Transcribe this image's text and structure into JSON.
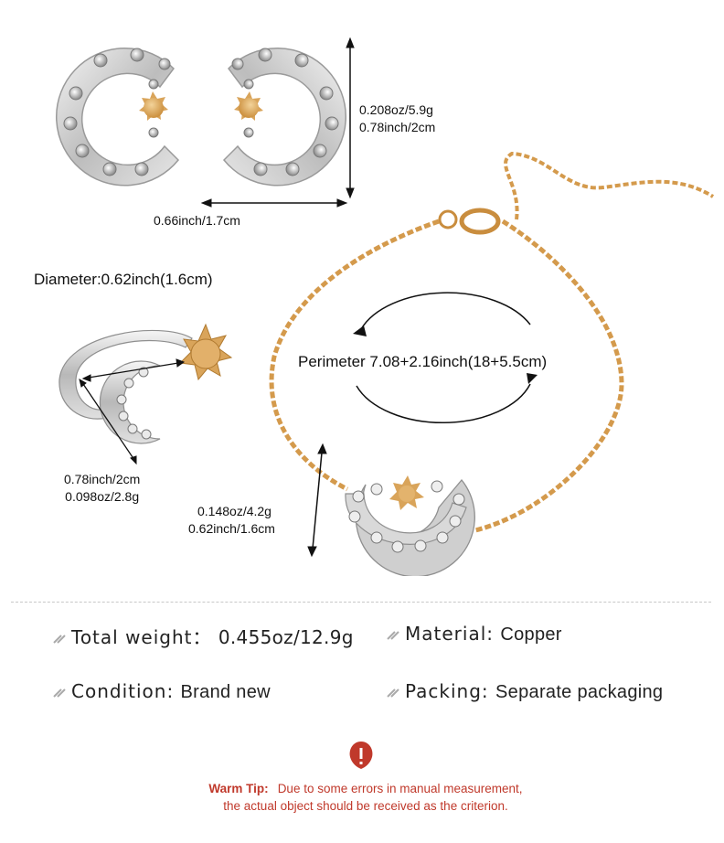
{
  "earrings": {
    "weight": "0.208oz/5.9g",
    "height": "0.78inch/2cm",
    "width": "0.66inch/1.7cm"
  },
  "ring": {
    "diameter": "Diameter:0.62inch(1.6cm)",
    "size": "0.78inch/2cm",
    "weight": "0.098oz/2.8g"
  },
  "bracelet": {
    "perimeter": "Perimeter 7.08+2.16inch(18+5.5cm)",
    "pendant_weight": "0.148oz/4.2g",
    "pendant_size": "0.62inch/1.6cm"
  },
  "specs": {
    "total_weight_label": "Total weight：",
    "total_weight_value": "0.455oz/12.9g",
    "material_label": "Material:",
    "material_value": "Copper",
    "condition_label": "Condition:",
    "condition_value": "Brand new",
    "packing_label": "Packing:",
    "packing_value": "Separate packaging"
  },
  "warm_tip": {
    "label": "Warm Tip:",
    "line1": "Due to some errors in manual measurement,",
    "line2": "the actual object should be received as the criterion."
  },
  "colors": {
    "gold": "#d9a45a",
    "silver": "#c9c9c9",
    "tip_red": "#c0392b"
  }
}
